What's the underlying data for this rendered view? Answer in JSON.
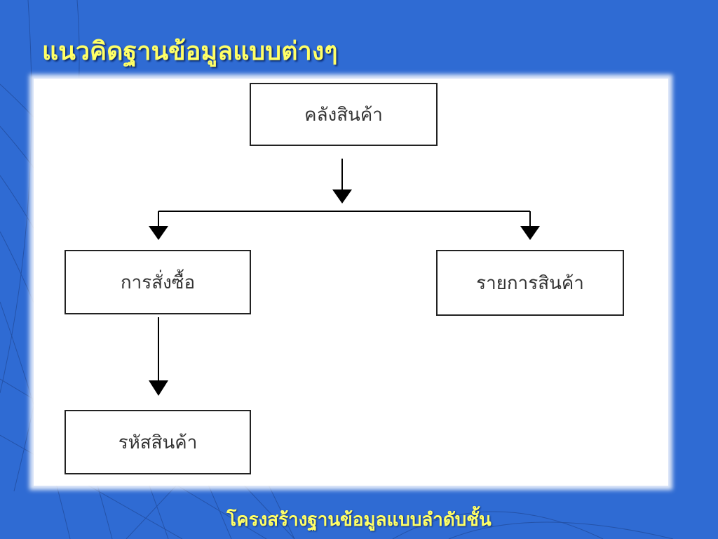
{
  "slide": {
    "title": "แนวคิดฐานข้อมูลแบบต่างๆ",
    "caption": "โครงสร้างฐานข้อมูลแบบลำดับชั้น"
  },
  "colors": {
    "background": "#2f6bd3",
    "title_text": "#ffff66",
    "panel": "#ffffff",
    "box_border": "#222222",
    "box_text": "#333333",
    "connector": "#000000"
  },
  "diagram": {
    "type": "hierarchy",
    "nodes": {
      "root": {
        "label": "คลังสินค้า"
      },
      "orders": {
        "label": "การสั่งซื้อ"
      },
      "product_list": {
        "label": "รายการสินค้า"
      },
      "product_code": {
        "label": "รหัสสินค้า"
      }
    },
    "edges": [
      {
        "from": "root",
        "to": "orders"
      },
      {
        "from": "root",
        "to": "product_list"
      },
      {
        "from": "orders",
        "to": "product_code"
      }
    ]
  }
}
